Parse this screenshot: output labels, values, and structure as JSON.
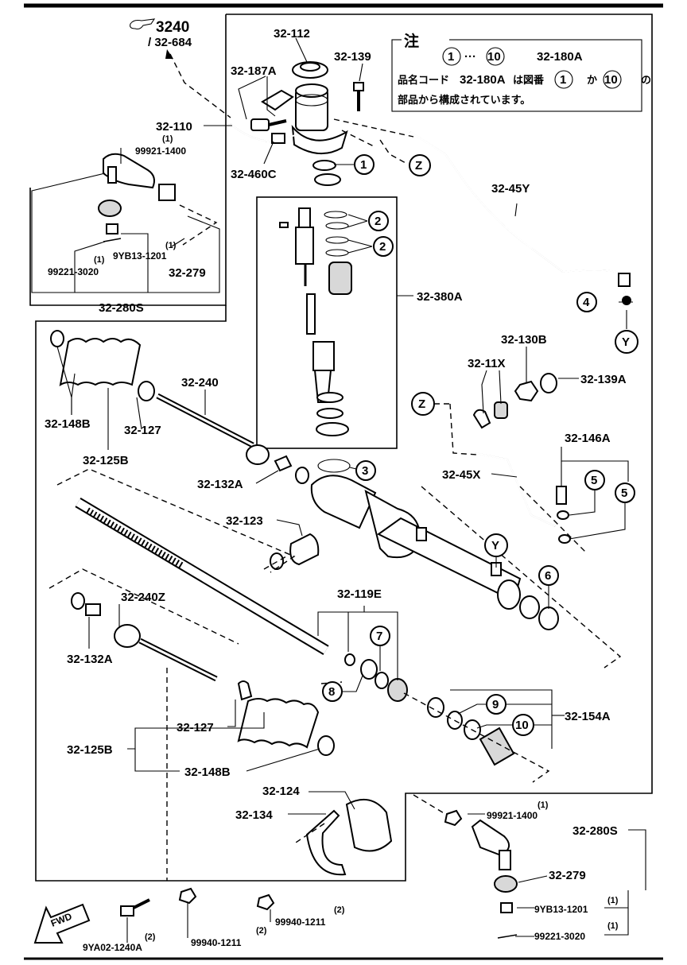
{
  "reference": {
    "main": "3240",
    "sub": "/ 32-684"
  },
  "note": {
    "title": "注",
    "range_from": "1",
    "range_sep": "···",
    "range_to": "10",
    "range_part": "32-180A",
    "line1_a": "品名コード",
    "line1_code": "32-180A",
    "line1_b": "は図番",
    "line1_c": "か",
    "line1_d": "の",
    "line2": "部品から構成されています。"
  },
  "fwd": "FWD",
  "letters": {
    "z": "Z",
    "y": "Y"
  },
  "circled": [
    "1",
    "2",
    "3",
    "4",
    "5",
    "6",
    "7",
    "8",
    "9",
    "10"
  ],
  "labels": {
    "p32_112": "32-112",
    "p32_139": "32-139",
    "p32_187A": "32-187A",
    "p32_110": "32-110",
    "p32_460C": "32-460C",
    "p32_45Y": "32-45Y",
    "p32_380A": "32-380A",
    "p32_11X": "32-11X",
    "p32_130B": "32-130B",
    "p32_139A": "32-139A",
    "p32_146A": "32-146A",
    "p32_45X": "32-45X",
    "p32_240": "32-240",
    "p32_148B": "32-148B",
    "p32_127": "32-127",
    "p32_125B": "32-125B",
    "p32_132A": "32-132A",
    "p32_123": "32-123",
    "p32_119E": "32-119E",
    "p32_240Z": "32-240Z",
    "p32_154A": "32-154A",
    "p32_124": "32-124",
    "p32_134": "32-134",
    "p32_280S": "32-280S",
    "p32_279": "32-279",
    "p99921_1400": "99921-1400",
    "p9YB13_1201": "9YB13-1201",
    "p99221_3020": "99221-3020",
    "p99940_1211": "99940-1211",
    "p9YA02_1240A": "9YA02-1240A"
  },
  "qty": {
    "one": "(1)",
    "two": "(2)"
  }
}
